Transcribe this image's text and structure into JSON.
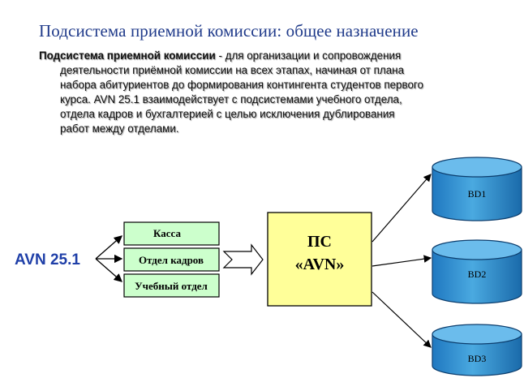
{
  "title": "Подсистема приемной комиссии: общее назначение",
  "description": {
    "bold_term": "Подсистема приемной комиссии",
    "text_line1": " - для организации и сопровождения",
    "lines": [
      "деятельности приёмной комиссии на всех этапах, начиная от плана",
      "набора абитуриентов до формирования контингента студентов первого",
      "курса. AVN 25.1 взаимодействует  с подсистемами учебного отдела,",
      "отдела кадров и бухгалтерией    с целью исключения дублирования",
      "работ между отделами."
    ]
  },
  "diagram": {
    "source_label": "AVN 25.1",
    "subsystems": [
      "Касса",
      "Отдел кадров",
      "Учебный отдел"
    ],
    "core_label_line1": "ПС",
    "core_label_line2": "«AVN»",
    "databases": [
      "BD1",
      "BD2",
      "BD3"
    ],
    "colors": {
      "subsystem_fill": "#ccffcc",
      "core_fill": "#ffff99",
      "db_fill": "#3a9bd6",
      "source_text": "#1f3fa8",
      "title_text": "#1f3a8a"
    }
  }
}
